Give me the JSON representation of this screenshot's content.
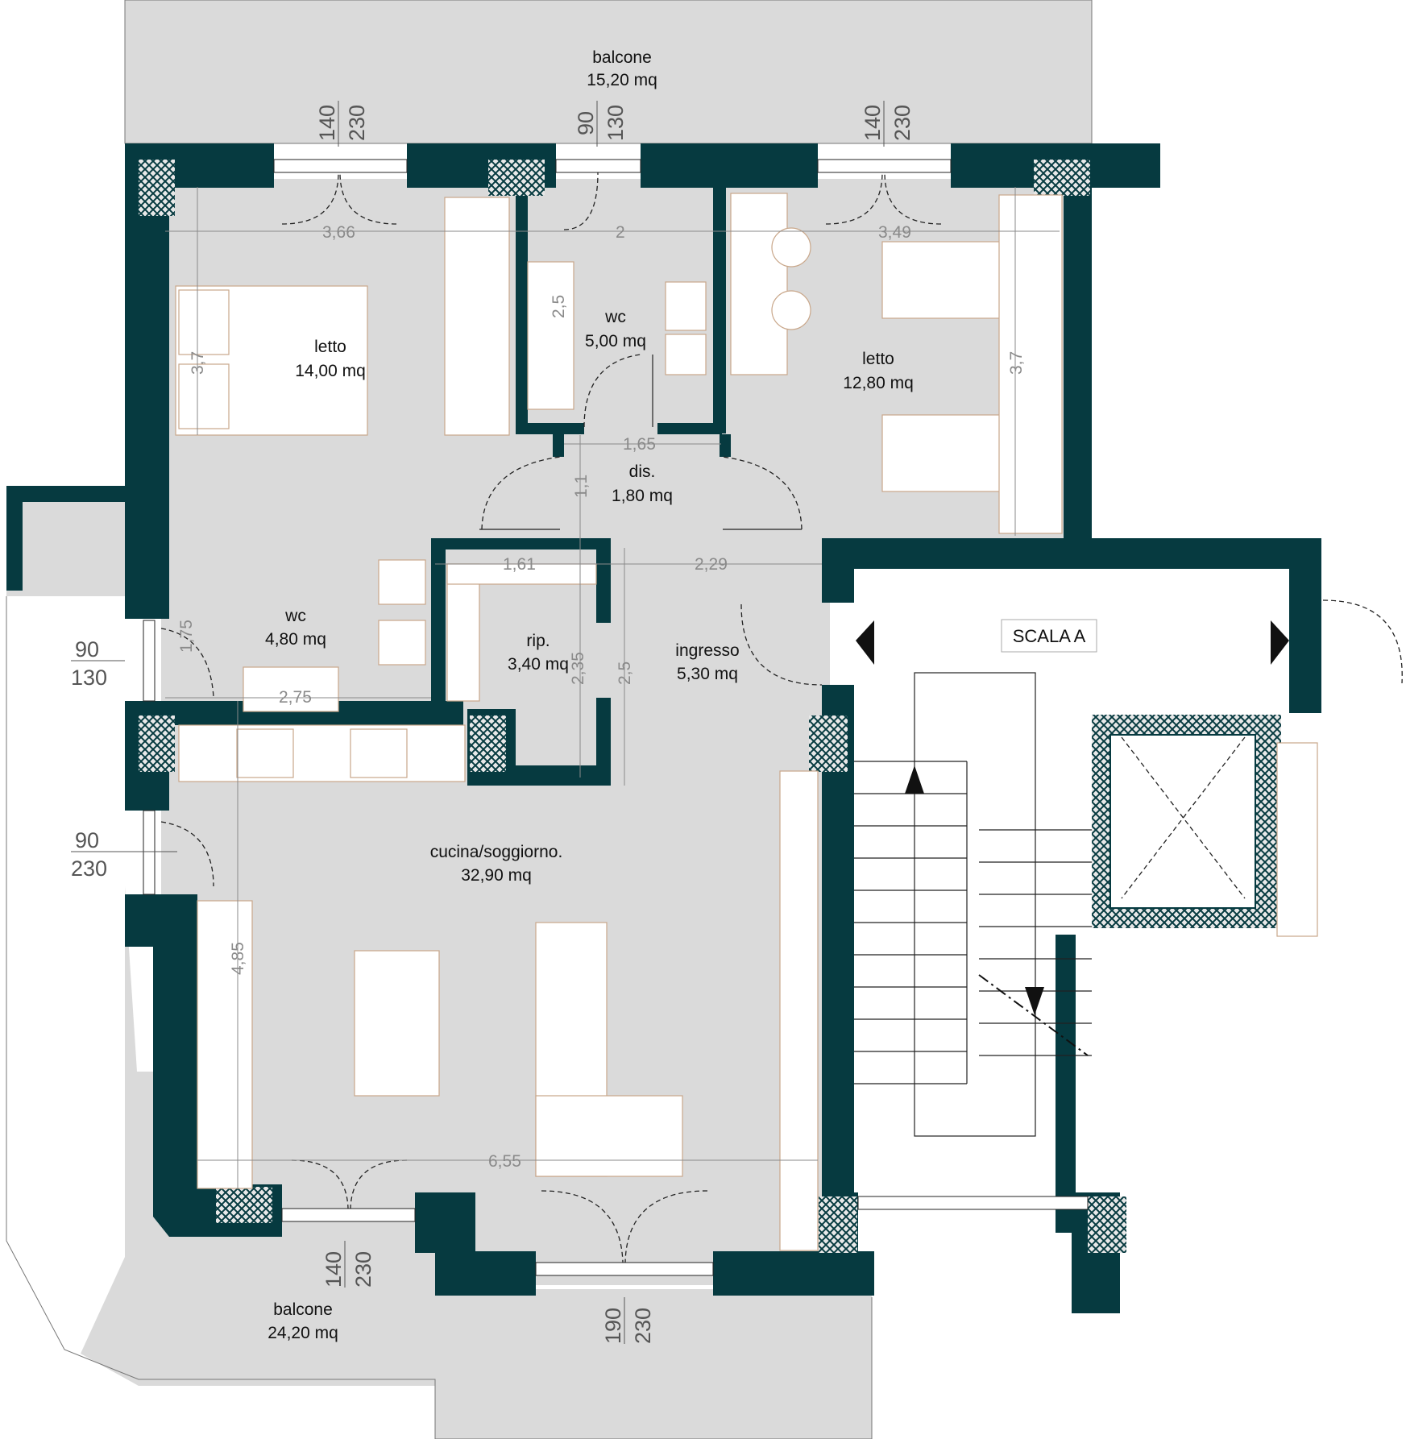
{
  "rooms": [
    {
      "id": "balcone-top",
      "name": "balcone",
      "area": "15,20 mq"
    },
    {
      "id": "letto-1",
      "name": "letto",
      "area": "14,00 mq"
    },
    {
      "id": "wc-1",
      "name": "wc",
      "area": "5,00 mq"
    },
    {
      "id": "letto-2",
      "name": "letto",
      "area": "12,80 mq"
    },
    {
      "id": "dis",
      "name": "dis.",
      "area": "1,80 mq"
    },
    {
      "id": "wc-2",
      "name": "wc",
      "area": "4,80 mq"
    },
    {
      "id": "rip",
      "name": "rip.",
      "area": "3,40 mq"
    },
    {
      "id": "ingresso",
      "name": "ingresso",
      "area": "5,30 mq"
    },
    {
      "id": "cucina",
      "name": "cucina/soggiorno.",
      "area": "32,90 mq"
    },
    {
      "id": "balcone-bottom",
      "name": "balcone",
      "area": "24,20 mq"
    }
  ],
  "stair_label": "SCALA A",
  "dimensions": [
    "3,66",
    "2",
    "3,49",
    "2,5",
    "3,7",
    "3,7",
    "1,65",
    "1,1",
    "1,61",
    "2,29",
    "1,75",
    "2,75",
    "2,35",
    "2,5",
    "4,85",
    "6,55"
  ],
  "openings": [
    {
      "w": "140",
      "h": "230"
    },
    {
      "w": "90",
      "h": "130"
    },
    {
      "w": "140",
      "h": "230"
    },
    {
      "w": "90",
      "h": "130"
    },
    {
      "w": "90",
      "h": "230"
    },
    {
      "w": "140",
      "h": "230"
    },
    {
      "w": "190",
      "h": "230"
    }
  ],
  "colors": {
    "wall": "#063a40",
    "floor": "#dadada",
    "furniture_line": "#c9a78a",
    "dimension": "#8a8a8a"
  }
}
